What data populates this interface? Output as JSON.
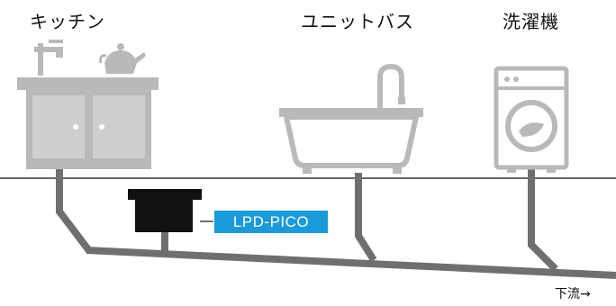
{
  "labels": {
    "kitchen": "キッチン",
    "unit_bath": "ユニットバス",
    "washing_machine": "洗濯機",
    "downstream": "下流→"
  },
  "product": {
    "name": "LPD-PICO"
  },
  "colors": {
    "fixture_gray": "#b9b9b9",
    "pipe_gray": "#6f6f6f",
    "device_black": "#111111",
    "tag_blue": "#1a9ad8",
    "floor_line": "#333333"
  }
}
